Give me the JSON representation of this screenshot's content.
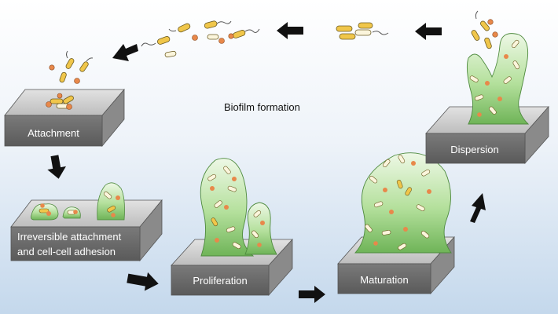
{
  "diagram": {
    "title": "Biofilm formation",
    "stages": {
      "attachment": "Attachment",
      "irreversible_line1": "Irreversible attachment",
      "irreversible_line2": "and cell-cell adhesion",
      "proliferation": "Proliferation",
      "maturation": "Maturation",
      "dispersion": "Dispersion"
    }
  },
  "colors": {
    "background_top": "#ffffff",
    "background_bottom": "#c9dcef",
    "block_top": "#d4d4d4",
    "block_front": "#6c6c6c",
    "block_side": "#8a8a8a",
    "biofilm": "#9fd48a",
    "biofilm_edge": "#4e8a3e",
    "cell_yellow": "#f0c64a",
    "cell_white": "#fbf5dc",
    "cell_orange": "#e8884a",
    "arrow": "#111111"
  },
  "icons": [
    "arrow-icon",
    "bacterium-icon",
    "coccus-icon",
    "biofilm-mass-icon"
  ]
}
